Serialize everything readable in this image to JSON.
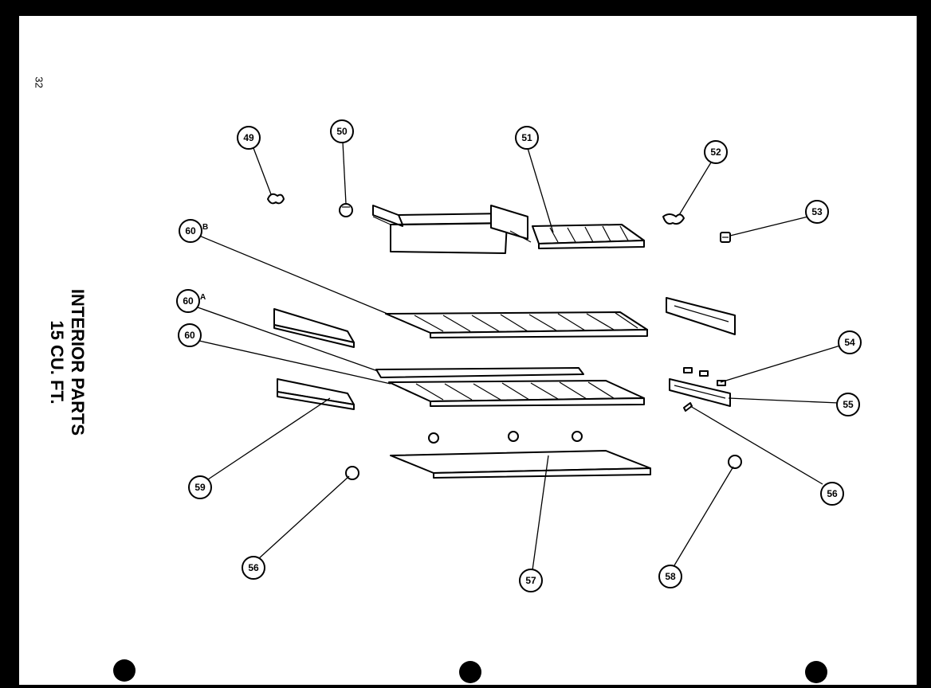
{
  "page_number": "32",
  "title": {
    "line1": "INTERIOR PARTS",
    "line2": "15 CU. FT."
  },
  "callouts": {
    "c49": "49",
    "c50": "50",
    "c51": "51",
    "c52": "52",
    "c53": "53",
    "c60b": "60",
    "c60b_suffix": "B",
    "c60a": "60",
    "c60a_suffix": "A",
    "c60": "60",
    "c54": "54",
    "c55": "55",
    "c56a": "56",
    "c56b": "56",
    "c57": "57",
    "c58": "58",
    "c59": "59"
  }
}
